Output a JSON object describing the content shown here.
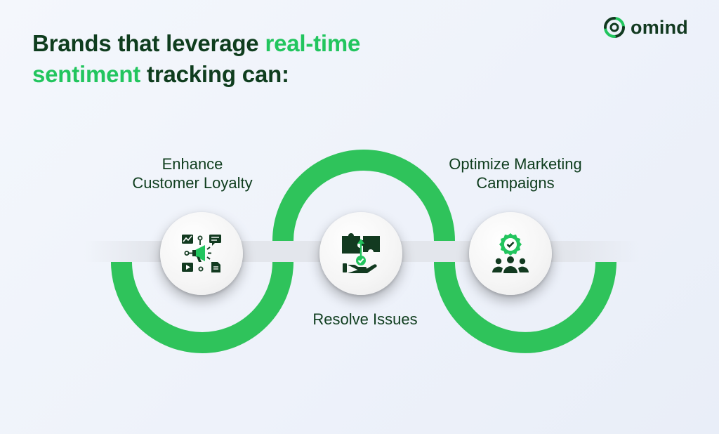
{
  "headline": {
    "part1": "Brands that leverage ",
    "highlight1": "real-time",
    "highlight2": "sentiment",
    "part2": " tracking can:"
  },
  "brand": {
    "name": "omind"
  },
  "colors": {
    "accent": "#22c55e",
    "dark": "#0f3d1e",
    "band": "#e3e6ec"
  },
  "steps": [
    {
      "label_line1": "Enhance",
      "label_line2": "Customer Loyalty",
      "icon": "marketing-megaphone-icon"
    },
    {
      "label": "Resolve Issues",
      "icon": "puzzle-hand-icon"
    },
    {
      "label_line1": "Optimize Marketing",
      "label_line2": "Campaigns",
      "icon": "team-badge-icon"
    }
  ]
}
